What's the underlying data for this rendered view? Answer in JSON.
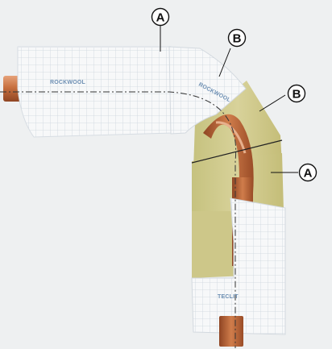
{
  "diagram": {
    "brands": {
      "left_jacket": "ROCKWOOL",
      "elbow_segment": "ROCKWOOL",
      "bottom_jacket": "TECLIT"
    },
    "callouts": [
      {
        "id": "a-top",
        "label": "A"
      },
      {
        "id": "b-top",
        "label": "B"
      },
      {
        "id": "b-right",
        "label": "B"
      },
      {
        "id": "a-right",
        "label": "A"
      }
    ],
    "colors": {
      "background": "#eef0f1",
      "insulation": "#cfc98a",
      "foil_jacket": "#f7f8f9",
      "foil_grid": "#c9d3dc",
      "copper_pipe": "#c26a3c",
      "centerline": "#333333"
    }
  }
}
